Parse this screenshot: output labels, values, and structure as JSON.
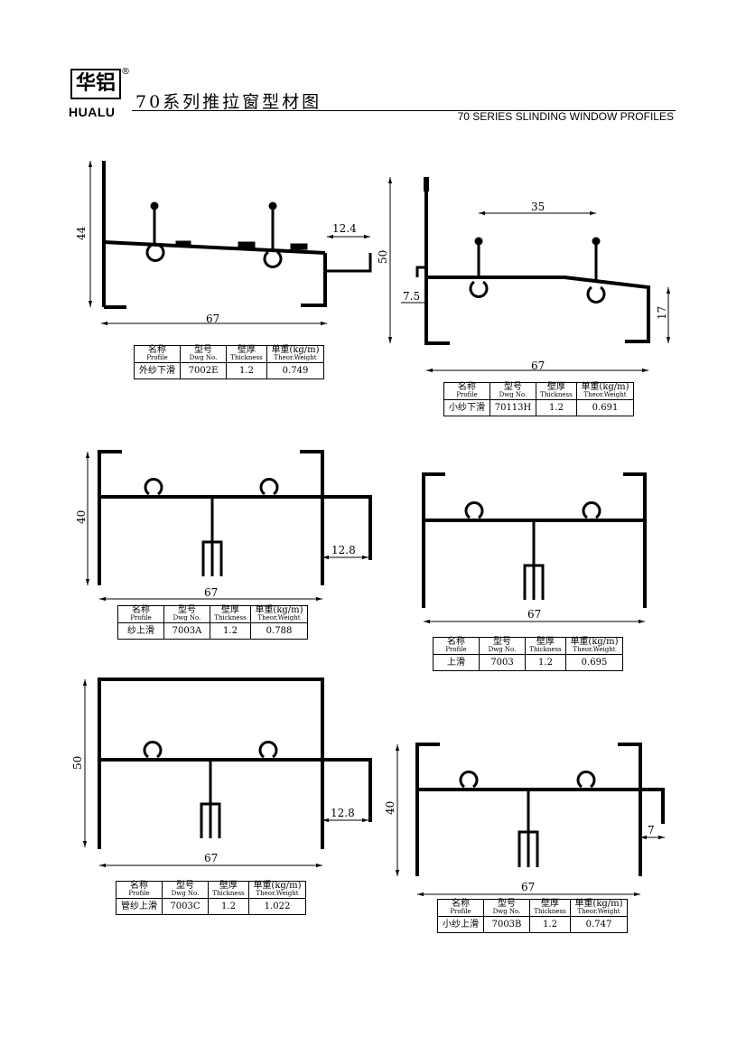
{
  "header": {
    "logo_cn": "华铝",
    "logo_en": "HUALU",
    "registered": "®",
    "title_cn": "70系列推拉窗型材图",
    "title_en": "70 SERIES SLINDING WINDOW PROFILES"
  },
  "table_header": {
    "name_cn": "名称",
    "name_en": "Profile",
    "dwg_cn": "型号",
    "dwg_en": "Dwg No.",
    "thick_cn": "壁厚",
    "thick_en": "Thickness",
    "weight_cn": "单重(kg/m)",
    "weight_en": "Theor.Weight"
  },
  "profiles": [
    {
      "name": "外纱下滑",
      "dwg": "7002E",
      "thickness": "1.2",
      "weight": "0.749",
      "dims": {
        "height": "44",
        "width": "67",
        "extra": "12.4"
      }
    },
    {
      "name": "小纱下滑",
      "dwg": "70113H",
      "thickness": "1.2",
      "weight": "0.691",
      "dims": {
        "height": "50",
        "width": "67",
        "spacing": "35",
        "left": "7.5",
        "right": "17"
      }
    },
    {
      "name": "纱上滑",
      "dwg": "7003A",
      "thickness": "1.2",
      "weight": "0.788",
      "dims": {
        "height": "40",
        "width": "67",
        "extra": "12.8"
      }
    },
    {
      "name": "上滑",
      "dwg": "7003",
      "thickness": "1.2",
      "weight": "0.695",
      "dims": {
        "width": "67"
      }
    },
    {
      "name": "管纱上滑",
      "dwg": "7003C",
      "thickness": "1.2",
      "weight": "1.022",
      "dims": {
        "height": "50",
        "width": "67",
        "extra": "12.8"
      }
    },
    {
      "name": "小纱上滑",
      "dwg": "7003B",
      "thickness": "1.2",
      "weight": "0.747",
      "dims": {
        "height": "40",
        "width": "67",
        "extra": "7"
      }
    }
  ]
}
